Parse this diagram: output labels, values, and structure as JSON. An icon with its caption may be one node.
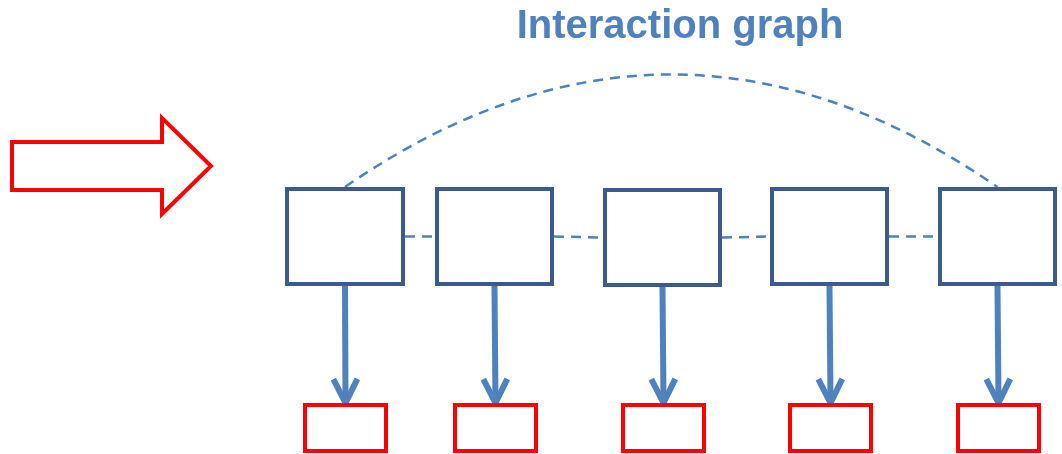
{
  "diagram": {
    "title": "Interaction graph",
    "nodes": [
      {
        "text": [],
        "shape": "box"
      },
      {
        "text": [],
        "shape": "box"
      },
      {
        "text": [],
        "shape": "box"
      },
      {
        "text": [],
        "shape": "box"
      },
      {
        "text": [],
        "shape": "box"
      },
      {
        "text": [],
        "shape": "box"
      },
      {
        "text": [],
        "shape": "box"
      },
      {
        "text": [],
        "shape": "box"
      },
      {
        "text": [],
        "shape": "box"
      },
      {
        "text": [],
        "shape": "box"
      }
    ],
    "edges": [
      {
        "from": 0,
        "to": 4,
        "arrow": "none",
        "style": "dashed"
      },
      {
        "from": 0,
        "to": 1,
        "arrow": "none",
        "style": "dashed"
      },
      {
        "from": 1,
        "to": 2,
        "arrow": "none",
        "style": "dashed"
      },
      {
        "from": 2,
        "to": 3,
        "arrow": "none",
        "style": "dashed"
      },
      {
        "from": 3,
        "to": 4,
        "arrow": "none",
        "style": "dashed"
      },
      {
        "from": 0,
        "to": 5,
        "arrow": "to",
        "style": "thick"
      },
      {
        "from": 1,
        "to": 6,
        "arrow": "to",
        "style": "thick"
      },
      {
        "from": 2,
        "to": 7,
        "arrow": "to",
        "style": "thick"
      },
      {
        "from": 3,
        "to": 8,
        "arrow": "to",
        "style": "thick"
      },
      {
        "from": 4,
        "to": 9,
        "arrow": "to",
        "style": "thick"
      }
    ]
  }
}
